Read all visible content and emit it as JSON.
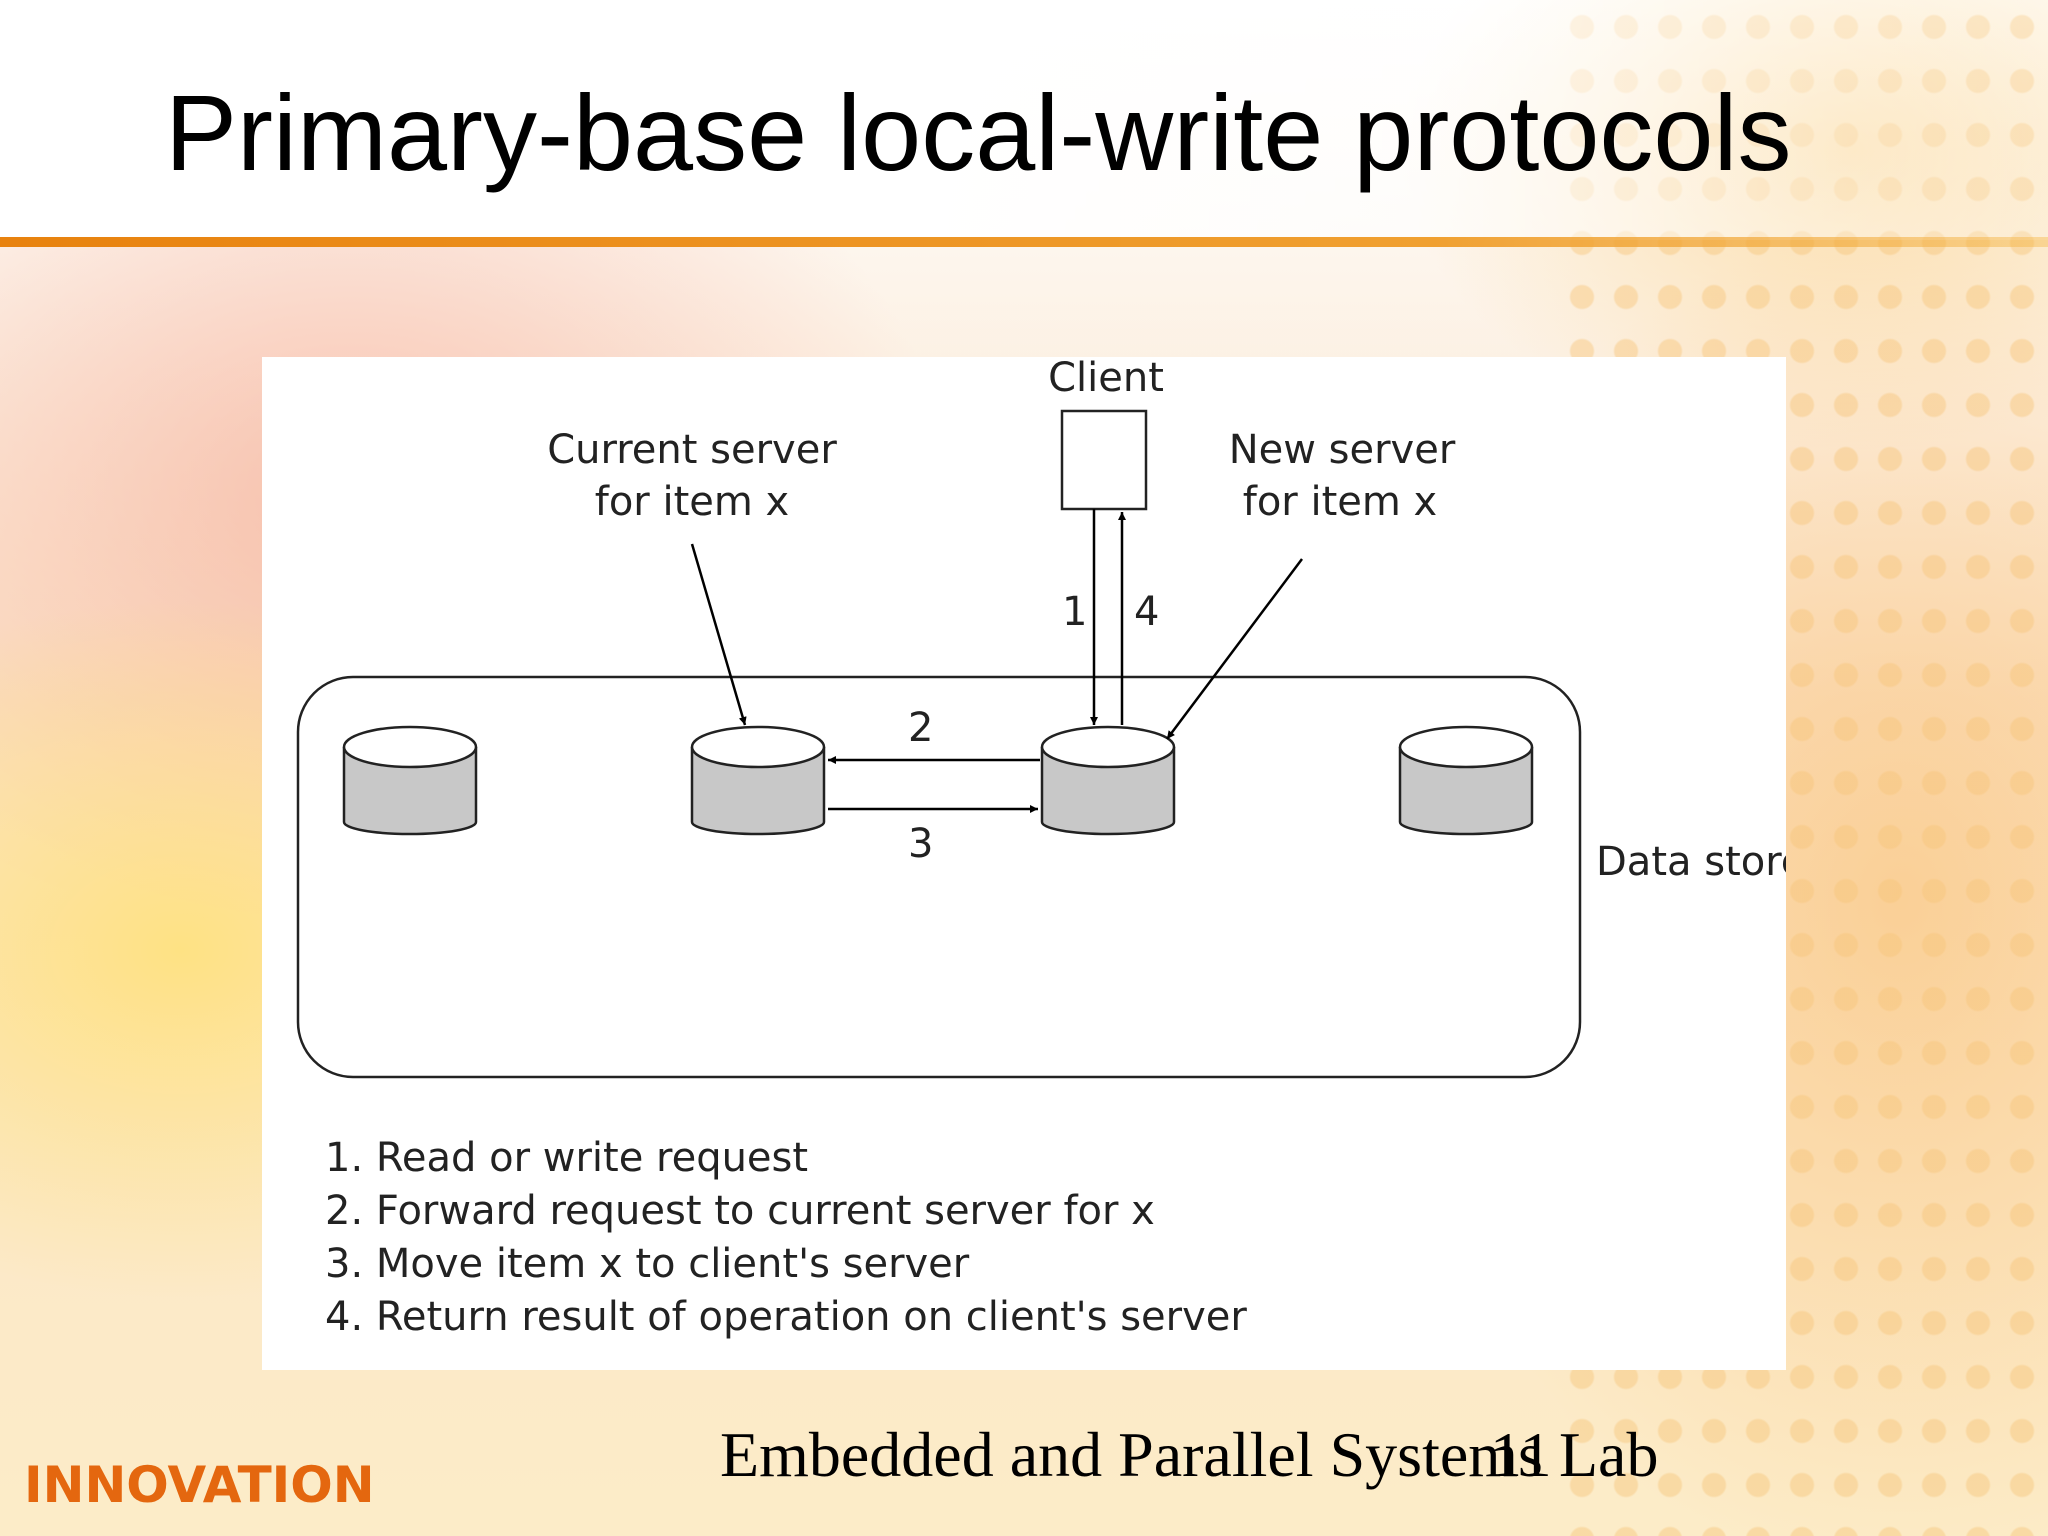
{
  "slide": {
    "title": "Primary-base local-write protocols",
    "footer": "Embedded and Parallel Systems Lab",
    "slide_number": "11",
    "logo_text": "INNOVATION"
  },
  "diagram": {
    "labels": {
      "client": "Client",
      "current_server_line1": "Current server",
      "current_server_line2": "for item x",
      "new_server_line1": "New server",
      "new_server_line2": "for item x",
      "data_store": "Data store"
    },
    "arrow_numbers": {
      "step1": "1",
      "step2": "2",
      "step3": "3",
      "step4": "4"
    },
    "legend": [
      "1. Read or write request",
      "2. Forward request to current server for x",
      "3. Move item x to client's server",
      "4. Return result of operation on client's server"
    ]
  },
  "colors": {
    "accent": "#e8820e",
    "cylinder_fill": "#c8c8c8",
    "logo": "#e4670f"
  }
}
